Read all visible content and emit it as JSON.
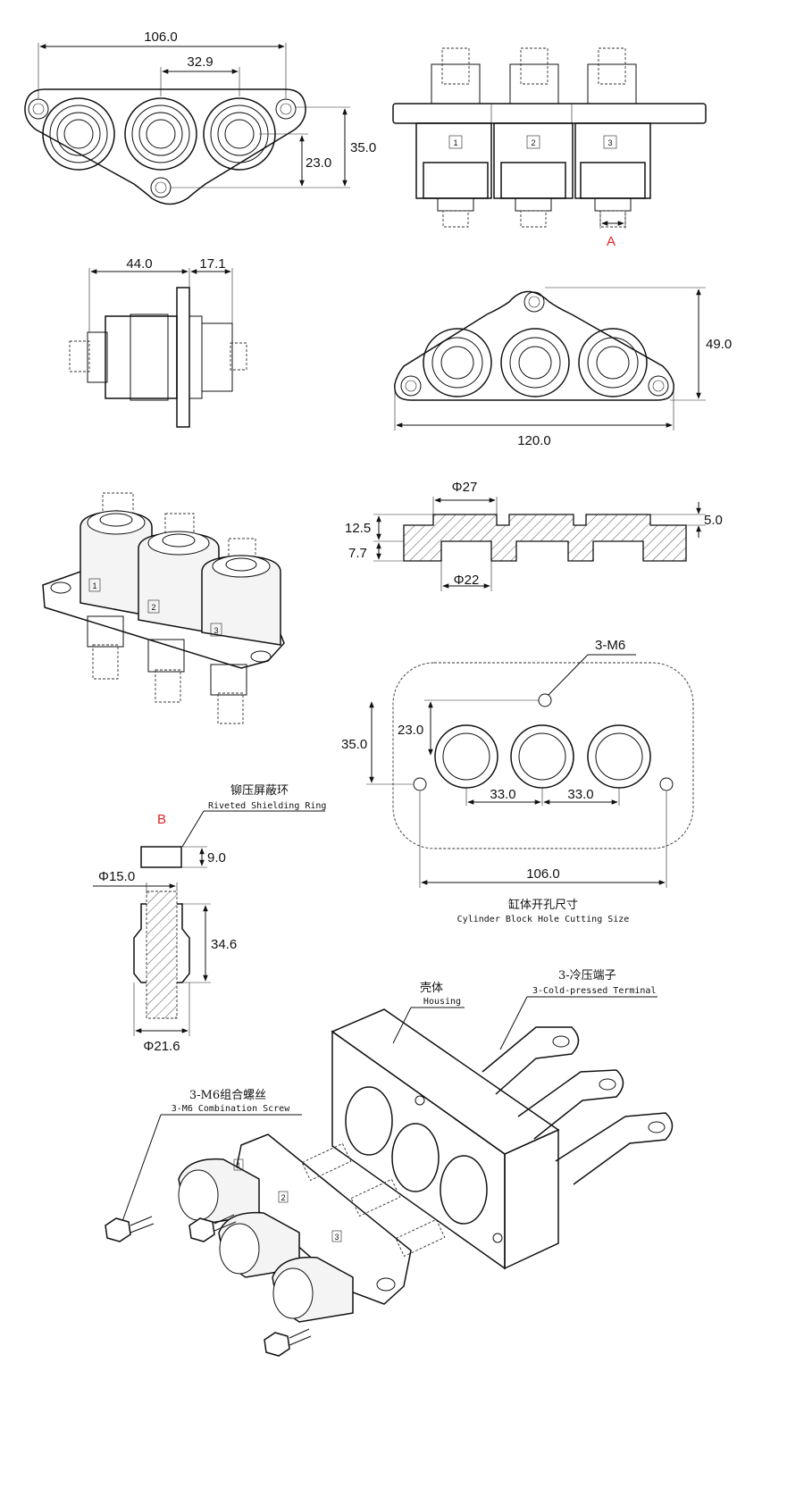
{
  "top_view": {
    "dim_total_width": "106.0",
    "dim_pitch": "32.9",
    "dim_height": "35.0",
    "dim_hole_height": "23.0"
  },
  "front_view": {
    "numbers": [
      "1",
      "2",
      "3"
    ],
    "callout_a": "A"
  },
  "side_view": {
    "dim_body": "44.0",
    "dim_rear": "17.1"
  },
  "bottom_view": {
    "dim_height": "49.0",
    "dim_width": "120.0"
  },
  "section_view": {
    "dim_outer_dia": "Φ27",
    "dim_inner_dia": "Φ22",
    "dim_upper": "12.5",
    "dim_lower": "7.7",
    "dim_recess": "5.0"
  },
  "hole_cutting": {
    "label_screw": "3-M6",
    "dim_hole_height": "23.0",
    "dim_total_height": "35.0",
    "dim_pitch_1": "33.0",
    "dim_pitch_2": "33.0",
    "dim_width": "106.0",
    "caption_cn": "缸体开孔尺寸",
    "caption_en": "Cylinder Block Hole Cutting Size"
  },
  "shielding_ring": {
    "callout_b": "B",
    "title_cn": "铆压屏蔽环",
    "title_en": "Riveted Shielding Ring",
    "dim_height": "9.0",
    "dim_outer_top": "Φ15.0",
    "dim_length": "34.6",
    "dim_outer_bottom": "Φ21.6"
  },
  "assembly": {
    "housing_cn": "壳体",
    "housing_en": "Housing",
    "terminal_cn": "3-冷压端子",
    "terminal_en": "3-Cold-pressed Terminal",
    "screw_cn": "3-M6组合螺丝",
    "screw_en": "3-M6 Combination Screw",
    "numbers": [
      "1",
      "2",
      "3"
    ]
  }
}
